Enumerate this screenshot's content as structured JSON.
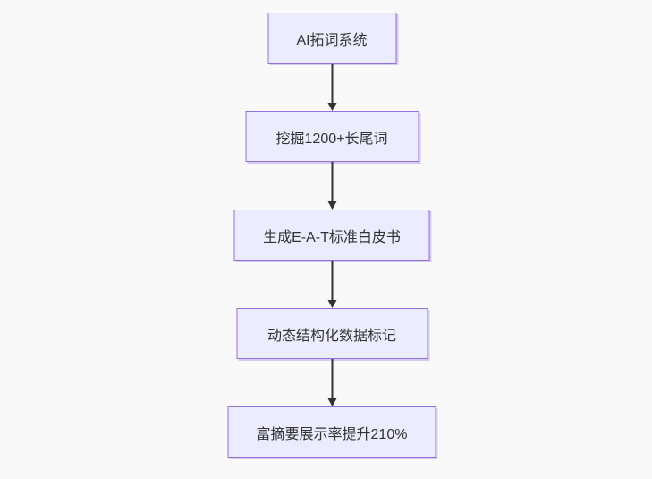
{
  "diagram": {
    "type": "flowchart",
    "direction": "top-down",
    "nodes": [
      {
        "id": "step-1",
        "label": "AI拓词系统"
      },
      {
        "id": "step-2",
        "label": "挖掘1200+长尾词"
      },
      {
        "id": "step-3",
        "label": "生成E-A-T标准白皮书"
      },
      {
        "id": "step-4",
        "label": "动态结构化数据标记"
      },
      {
        "id": "step-5",
        "label": "富摘要展示率提升210%"
      }
    ],
    "edges": [
      {
        "from": "step-1",
        "to": "step-2"
      },
      {
        "from": "step-2",
        "to": "step-3"
      },
      {
        "from": "step-3",
        "to": "step-4"
      },
      {
        "from": "step-4",
        "to": "step-5"
      }
    ],
    "colors": {
      "background": "#f9f9f9",
      "node_fill": "#ECECFF",
      "node_border": "#9370DB",
      "arrow": "#333333",
      "text": "#333333"
    }
  }
}
